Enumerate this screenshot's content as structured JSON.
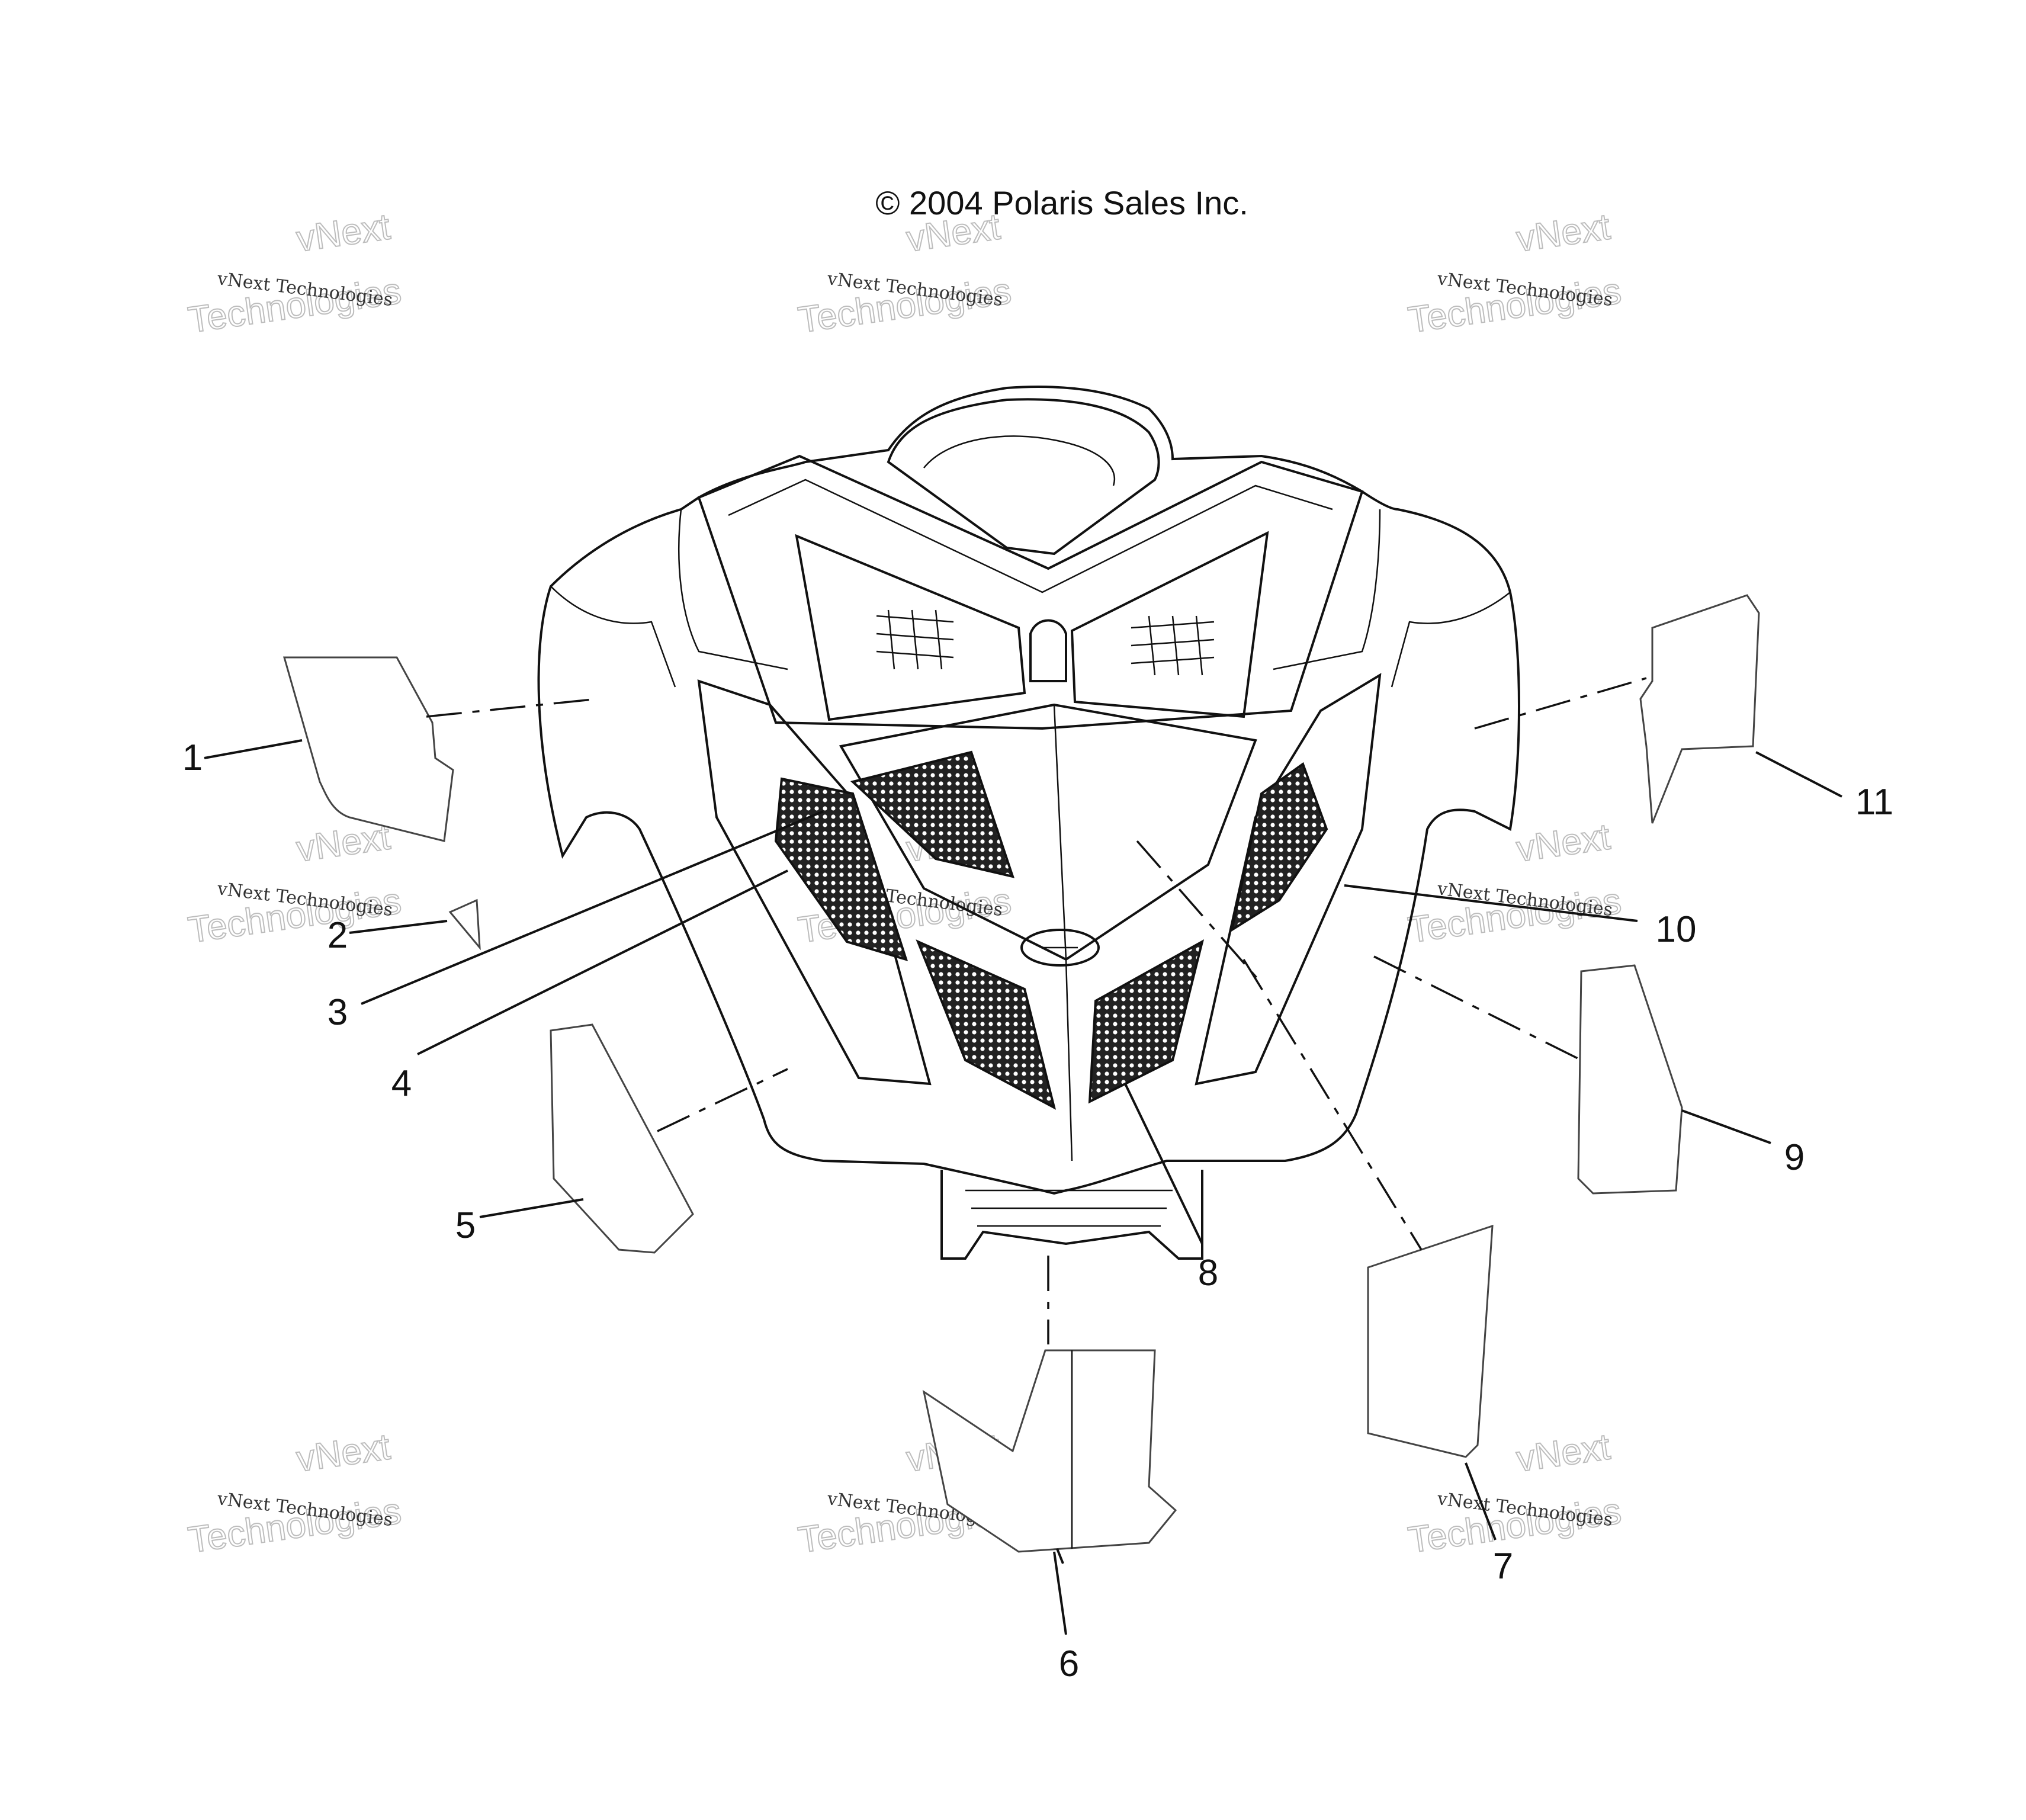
{
  "copyright": "© 2004 Polaris Sales Inc.",
  "watermark": {
    "small": "vNext Technologies",
    "big_top": "vNext",
    "big_bottom": "Technologies"
  },
  "callouts": [
    "1",
    "2",
    "3",
    "4",
    "5",
    "6",
    "7",
    "8",
    "9",
    "10",
    "11"
  ],
  "colors": {
    "line": "#111111",
    "background": "#ffffff",
    "watermark": "#bdbdbd"
  }
}
